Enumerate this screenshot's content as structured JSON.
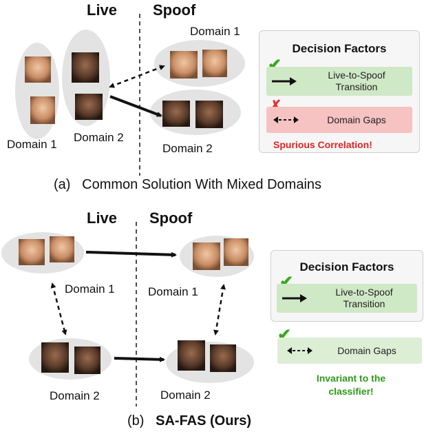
{
  "panel_a": {
    "live_header": "Live",
    "spoof_header": "Spoof",
    "live_domain1": "Domain 1",
    "live_domain2": "Domain 2",
    "spoof_domain1": "Domain 1",
    "spoof_domain2": "Domain 2",
    "caption_prefix": "(a)",
    "caption_text": "Common Solution With Mixed Domains",
    "factors": {
      "title": "Decision Factors",
      "transition_line1": "Live-to-Spoof",
      "transition_line2": "Transition",
      "gaps": "Domain Gaps",
      "note": "Spurious Correlation!"
    }
  },
  "panel_b": {
    "live_header": "Live",
    "spoof_header": "Spoof",
    "live_domain1": "Domain 1",
    "live_domain2": "Domain 2",
    "spoof_domain1": "Domain 1",
    "spoof_domain2": "Domain 2",
    "caption_prefix": "(b)",
    "caption_text": "SA-FAS (Ours)",
    "factors": {
      "title": "Decision Factors",
      "transition_line1": "Live-to-Spoof",
      "transition_line2": "Transition",
      "gaps": "Domain Gaps",
      "note_line1": "Invariant to the",
      "note_line2": "classifier!"
    }
  },
  "colors": {
    "cluster_fill": "#e3e3e3",
    "green_bar": "#cfe8c6",
    "red_bar": "#f6c2c2",
    "check_green": "#3aaa1f",
    "cross_red": "#e53333"
  }
}
